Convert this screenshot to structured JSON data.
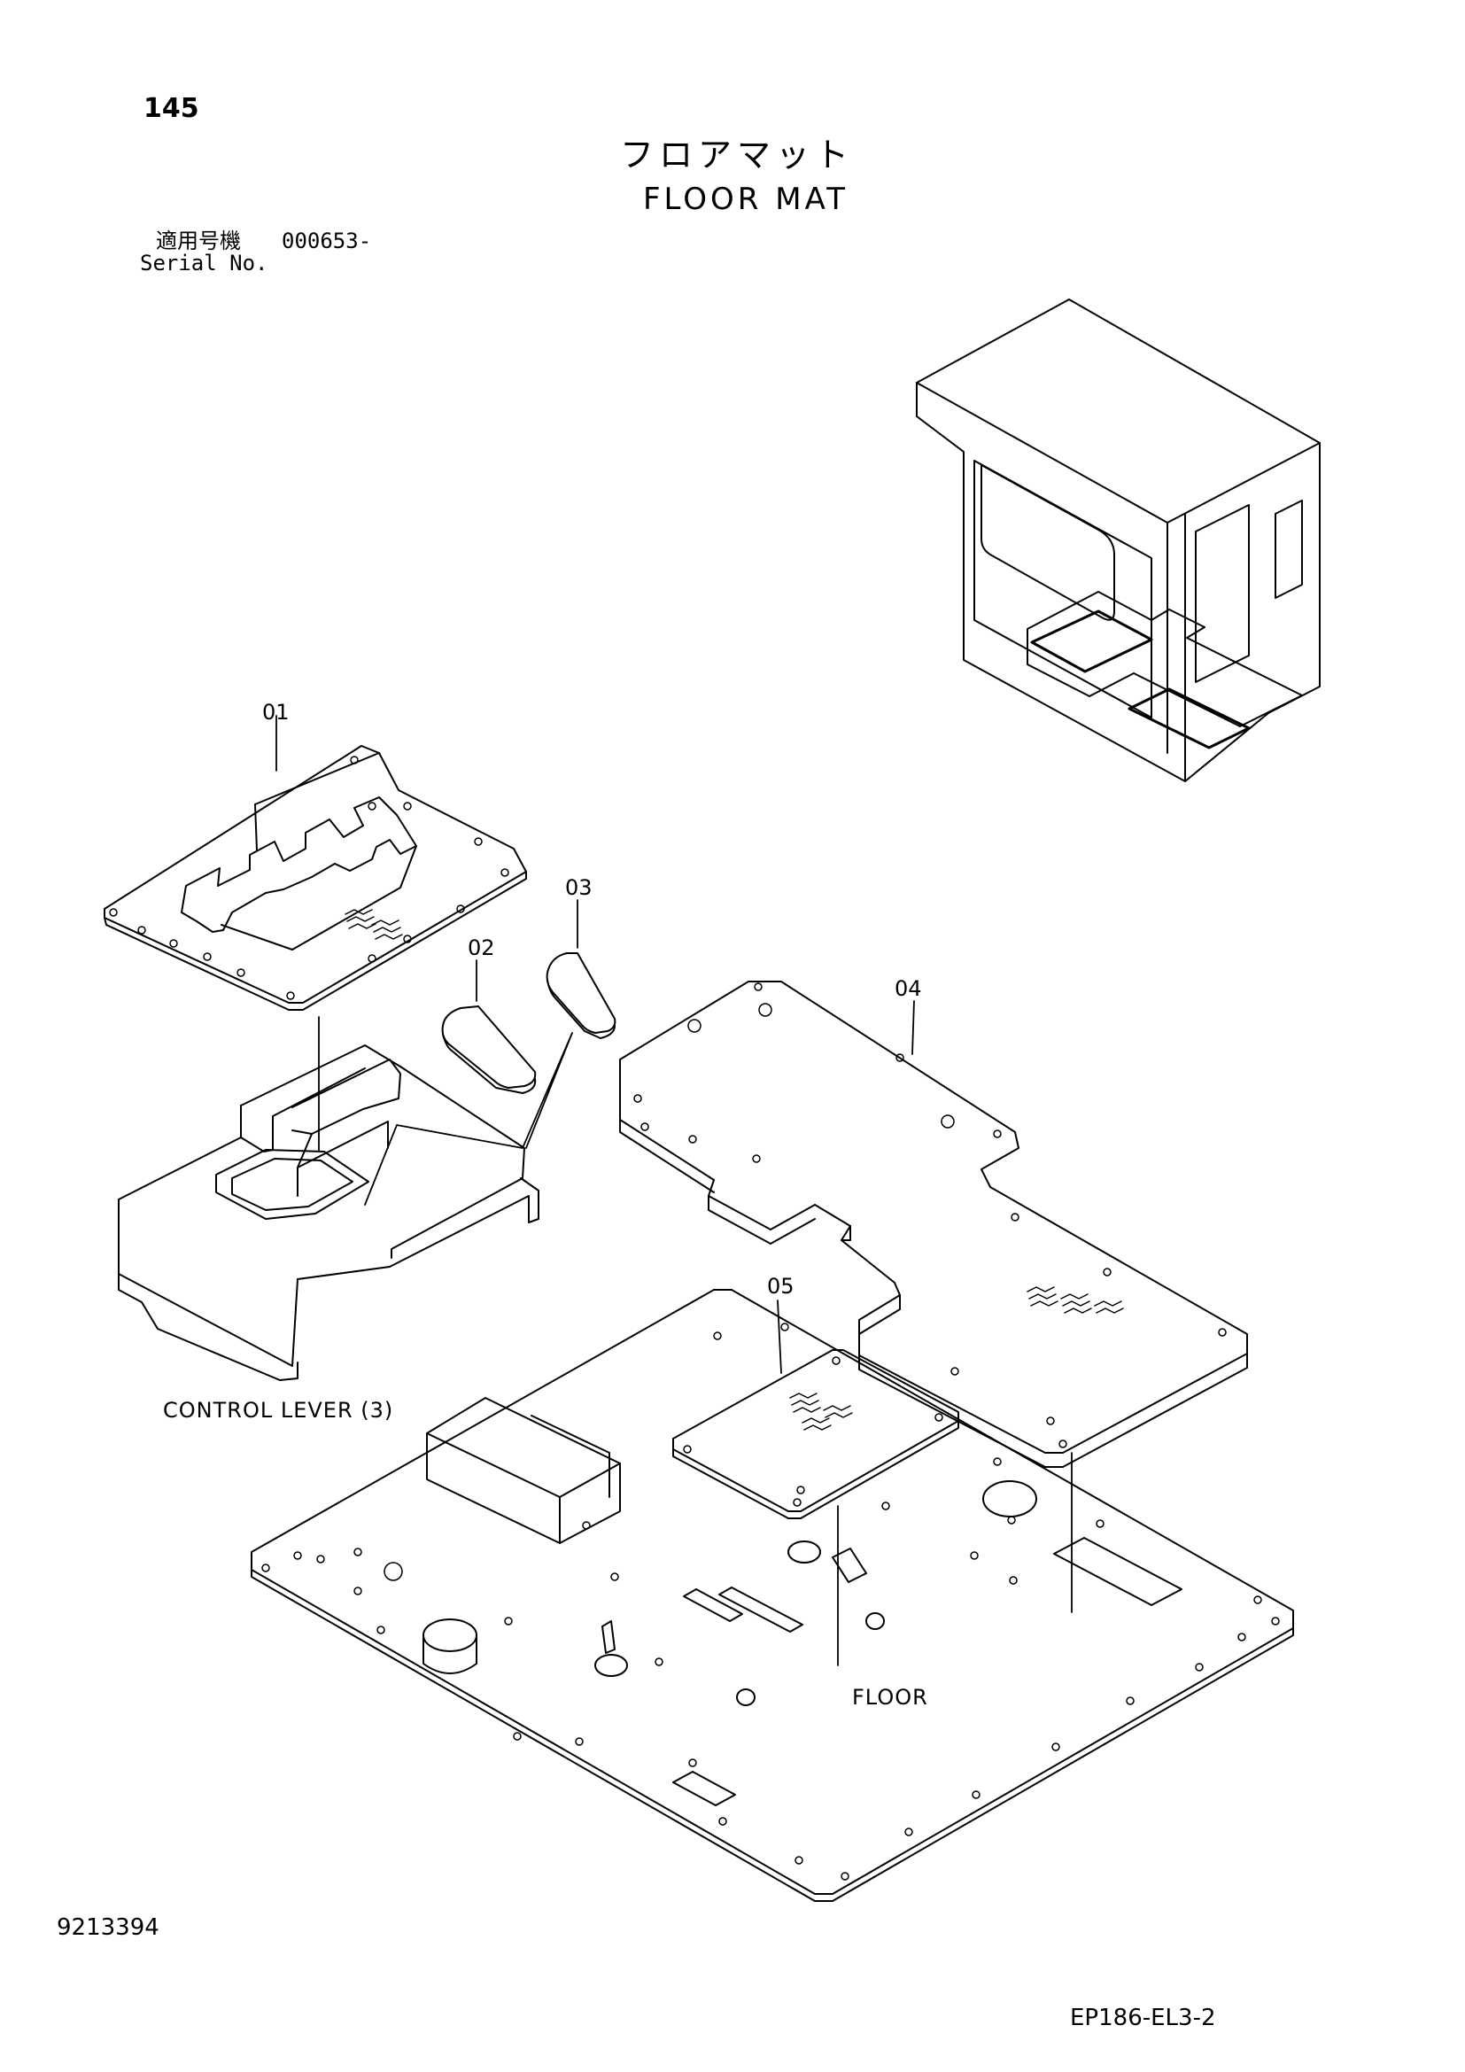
{
  "header": {
    "page_number": "145",
    "title_jp": "フロアマット",
    "title_en": "FLOOR MAT",
    "serial_label_jp": "適用号機",
    "serial_range": "000653-",
    "serial_label_en": "Serial No."
  },
  "callouts": {
    "part_01": "01",
    "part_02": "02",
    "part_03": "03",
    "part_04": "04",
    "part_05": "05"
  },
  "labels": {
    "control_lever": "CONTROL LEVER (3)",
    "floor": "FLOOR"
  },
  "footer": {
    "document_number": "9213394",
    "drawing_code": "EP186-EL3-2"
  },
  "colors": {
    "line": "#000000",
    "background": "#ffffff"
  }
}
